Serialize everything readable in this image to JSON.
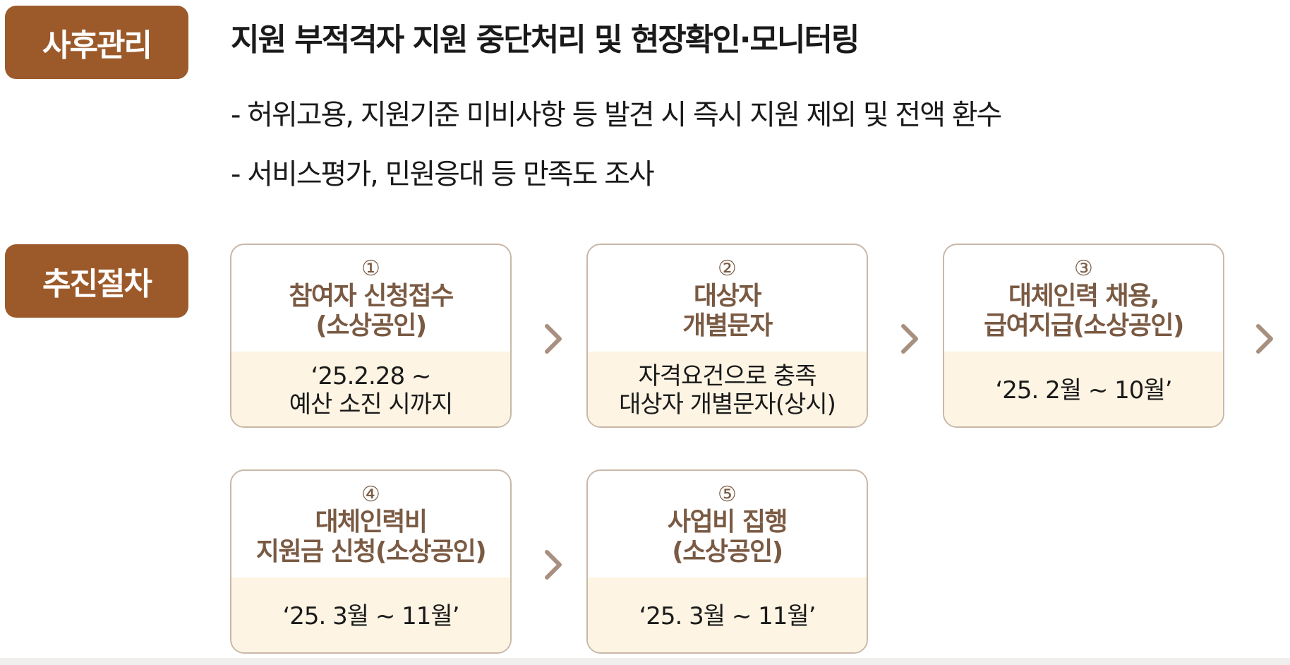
{
  "sections": {
    "aftercare": {
      "badge": "사후관리",
      "title": "지원 부적격자 지원 중단처리 및 현장확인·모니터링",
      "bullets": [
        "- 허위고용, 지원기준 미비사항 등 발견 시 즉시 지원 제외 및 전액 환수",
        "- 서비스평가, 민원응대 등 만족도 조사"
      ]
    },
    "procedure": {
      "badge": "추진절차",
      "steps": [
        {
          "num": "①",
          "label": "참여자 신청접수\n(소상공인)",
          "period": "‘25.2.28 ~\n예산 소진 시까지"
        },
        {
          "num": "②",
          "label": "대상자\n개별문자",
          "period": "자격요건으로 충족\n대상자 개별문자(상시)"
        },
        {
          "num": "③",
          "label": "대체인력 채용,\n급여지급(소상공인)",
          "period": "‘25. 2월 ~ 10월’"
        },
        {
          "num": "④",
          "label": "대체인력비\n지원금 신청(소상공인)",
          "period": "‘25. 3월 ~ 11월’"
        },
        {
          "num": "⑤",
          "label": "사업비 집행\n(소상공인)",
          "period": "‘25. 3월 ~ 11월’"
        }
      ]
    }
  },
  "colors": {
    "badge": "#9c5a2a",
    "card_border": "#c9b8a8",
    "card_label": "#7a5a43",
    "card_band": "#fdf4e3",
    "arrow": "#a89080"
  }
}
